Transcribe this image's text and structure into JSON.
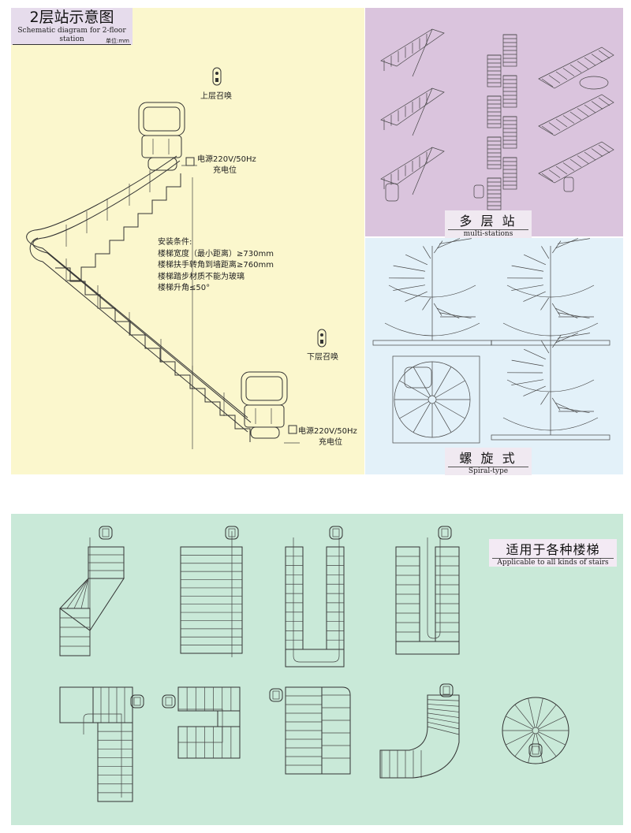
{
  "two_floor": {
    "title_cn": "2层站示意图",
    "title_en": "Schematic diagram for 2-floor station",
    "unit": "单位:mm",
    "upper_call": "上层召唤",
    "lower_call": "下层召唤",
    "power_top_1": "电源220V/50Hz",
    "power_top_2": "充电位",
    "power_bottom_1": "电源220V/50Hz",
    "power_bottom_2": "充电位",
    "requirements": [
      "安装条件:",
      "楼梯宽度（最小距离）≥730mm",
      "楼梯扶手转角到墙距离≥760mm",
      "楼梯踏步材质不能为玻璃",
      "楼梯升角≤50°"
    ]
  },
  "multi": {
    "caption_cn": "多 层 站",
    "caption_en": "multi-stations"
  },
  "spiral": {
    "caption_cn": "螺 旋 式",
    "caption_en": "Spiral-type"
  },
  "all_stairs": {
    "caption_cn": "适用于各种楼梯",
    "caption_en": "Applicable to all kinds of stairs"
  },
  "colors": {
    "left_bg": "#fbf7cd",
    "multi_bg": "#dac4dd",
    "spiral_bg": "#e3f1f9",
    "bottom_bg": "#c9e9d8"
  }
}
